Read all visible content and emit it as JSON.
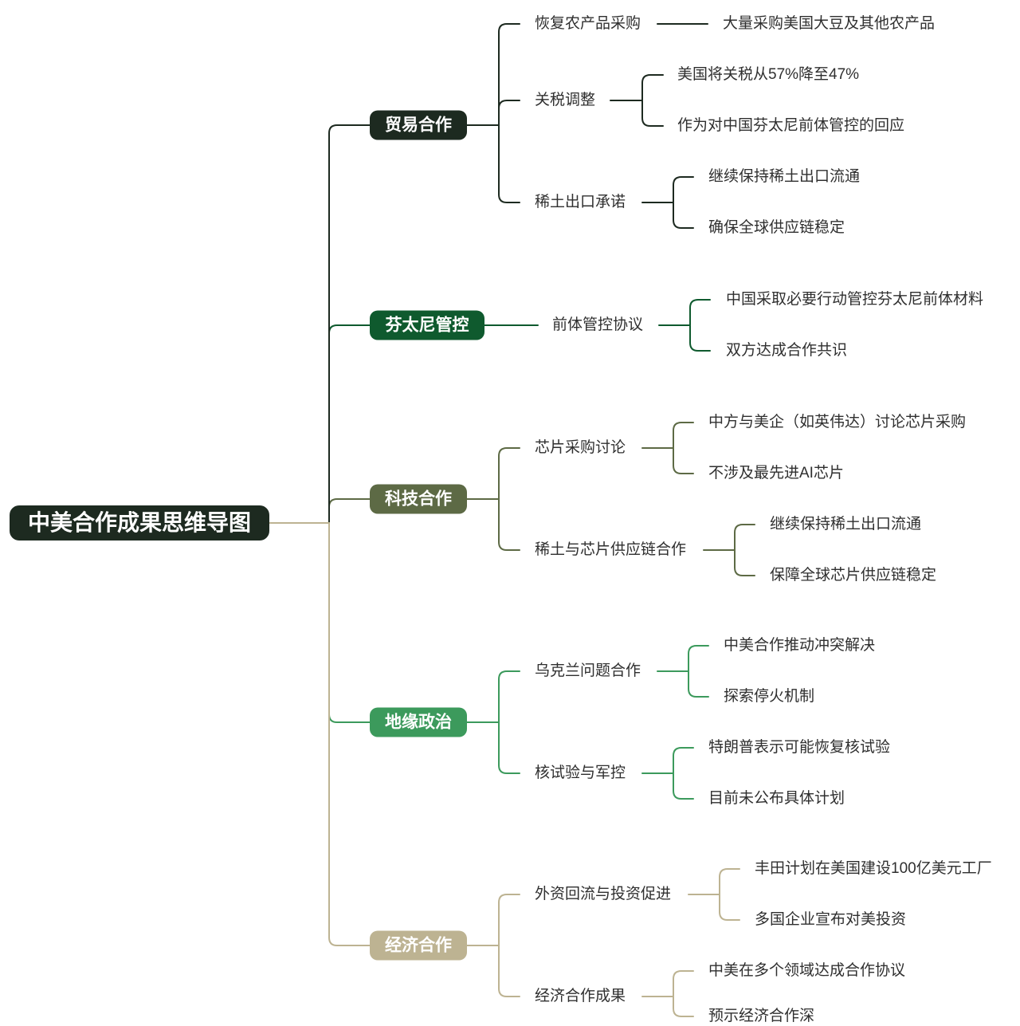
{
  "title": "中美合作成果思维导图",
  "colors": {
    "background": "#ffffff",
    "root_fill": "#1d2a20",
    "text": "#2f2f2f"
  },
  "branches": [
    {
      "label": "贸易合作",
      "color": "#1d2a20",
      "children": [
        {
          "label": "恢复农产品采购",
          "children": [
            "大量采购美国大豆及其他农产品"
          ]
        },
        {
          "label": "关税调整",
          "children": [
            "美国将关税从57%降至47%",
            "作为对中国芬太尼前体管控的回应"
          ]
        },
        {
          "label": "稀土出口承诺",
          "children": [
            "继续保持稀土出口流通",
            "确保全球供应链稳定"
          ]
        }
      ]
    },
    {
      "label": "芬太尼管控",
      "color": "#0f5a2e",
      "children": [
        {
          "label": "前体管控协议",
          "children": [
            "中国采取必要行动管控芬太尼前体材料",
            "双方达成合作共识"
          ]
        }
      ]
    },
    {
      "label": "科技合作",
      "color": "#5d6a45",
      "children": [
        {
          "label": "芯片采购讨论",
          "children": [
            "中方与美企（如英伟达）讨论芯片采购",
            "不涉及最先进AI芯片"
          ]
        },
        {
          "label": "稀土与芯片供应链合作",
          "children": [
            "继续保持稀土出口流通",
            "保障全球芯片供应链稳定"
          ]
        }
      ]
    },
    {
      "label": "地缘政治",
      "color": "#3c9a5c",
      "children": [
        {
          "label": "乌克兰问题合作",
          "children": [
            "中美合作推动冲突解决",
            "探索停火机制"
          ]
        },
        {
          "label": "核试验与军控",
          "children": [
            "特朗普表示可能恢复核试验",
            "目前未公布具体计划"
          ]
        }
      ]
    },
    {
      "label": "经济合作",
      "color": "#bdb392",
      "children": [
        {
          "label": "外资回流与投资促进",
          "children": [
            "丰田计划在美国建设100亿美元工厂",
            "多国企业宣布对美投资"
          ]
        },
        {
          "label": "经济合作成果",
          "children": [
            "中美在多个领域达成合作协议",
            "预示经济合作深"
          ]
        }
      ]
    }
  ]
}
